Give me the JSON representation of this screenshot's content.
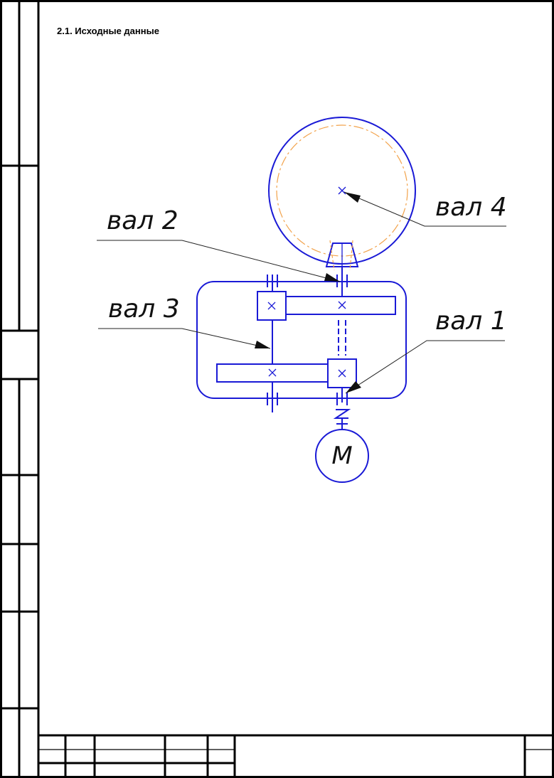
{
  "heading": "2.1. Исходные данные",
  "labels": {
    "shaft2": "вал 2",
    "shaft3": "вал 3",
    "shaft4": "вал 4",
    "shaft1": "вал 1",
    "motor": "M"
  },
  "colors": {
    "mechanism": "#1a1ad6",
    "pitch_circle": "#f2a24a",
    "frame": "#000000"
  }
}
